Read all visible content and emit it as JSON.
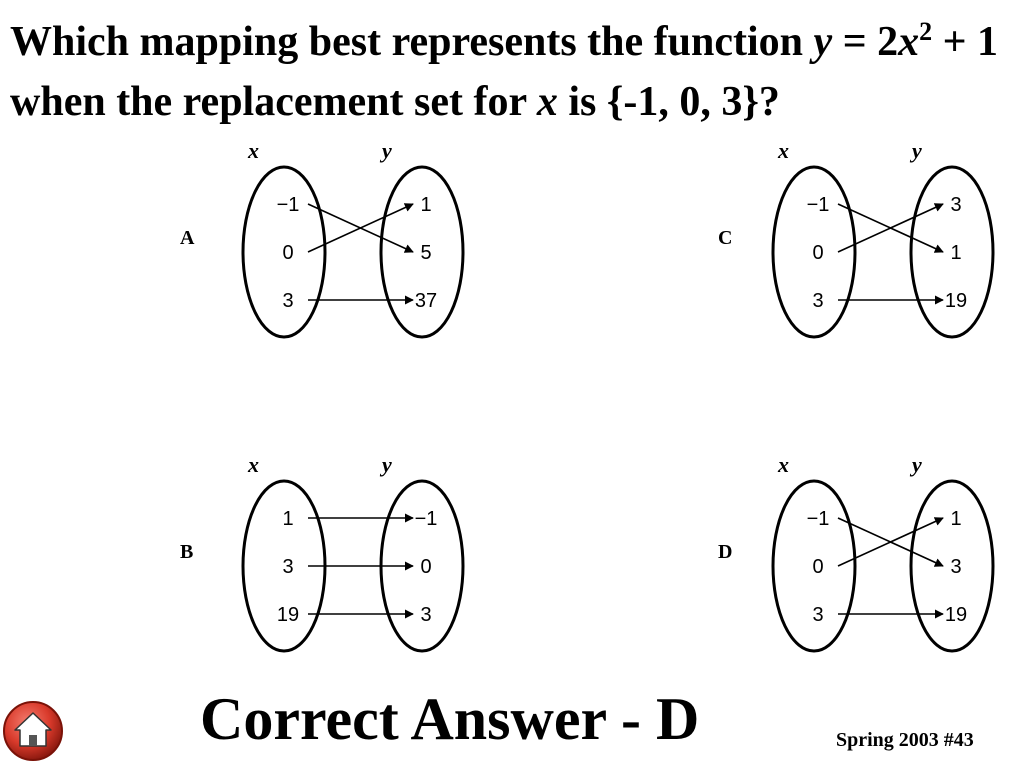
{
  "question": {
    "part1": "Which mapping best represents the function ",
    "var_y": "y",
    "part2": " = 2",
    "var_x": "x",
    "exponent": "2",
    "part3": " + 1 when the replacement set for ",
    "var_x2": "x",
    "part4": " is {-1, 0, 3}?"
  },
  "mappings": [
    {
      "label": "A",
      "x_header": "x",
      "y_header": "y",
      "domain": [
        "−1",
        "0",
        "3"
      ],
      "range": [
        "1",
        "5",
        "37"
      ],
      "arrows": [
        [
          0,
          1
        ],
        [
          1,
          0
        ],
        [
          2,
          2
        ]
      ]
    },
    {
      "label": "B",
      "x_header": "x",
      "y_header": "y",
      "domain": [
        "1",
        "3",
        "19"
      ],
      "range": [
        "−1",
        "0",
        "3"
      ],
      "arrows": [
        [
          0,
          0
        ],
        [
          1,
          1
        ],
        [
          2,
          2
        ]
      ]
    },
    {
      "label": "C",
      "x_header": "x",
      "y_header": "y",
      "domain": [
        "−1",
        "0",
        "3"
      ],
      "range": [
        "3",
        "1",
        "19"
      ],
      "arrows": [
        [
          0,
          1
        ],
        [
          1,
          0
        ],
        [
          2,
          2
        ]
      ]
    },
    {
      "label": "D",
      "x_header": "x",
      "y_header": "y",
      "domain": [
        "−1",
        "0",
        "3"
      ],
      "range": [
        "1",
        "3",
        "19"
      ],
      "arrows": [
        [
          0,
          1
        ],
        [
          1,
          0
        ],
        [
          2,
          2
        ]
      ]
    }
  ],
  "answer": "Correct Answer - D",
  "source": "Spring 2003 #43",
  "icons": {
    "home": "home-icon"
  },
  "colors": {
    "home_button": "#d93a2b",
    "text": "#000000"
  }
}
